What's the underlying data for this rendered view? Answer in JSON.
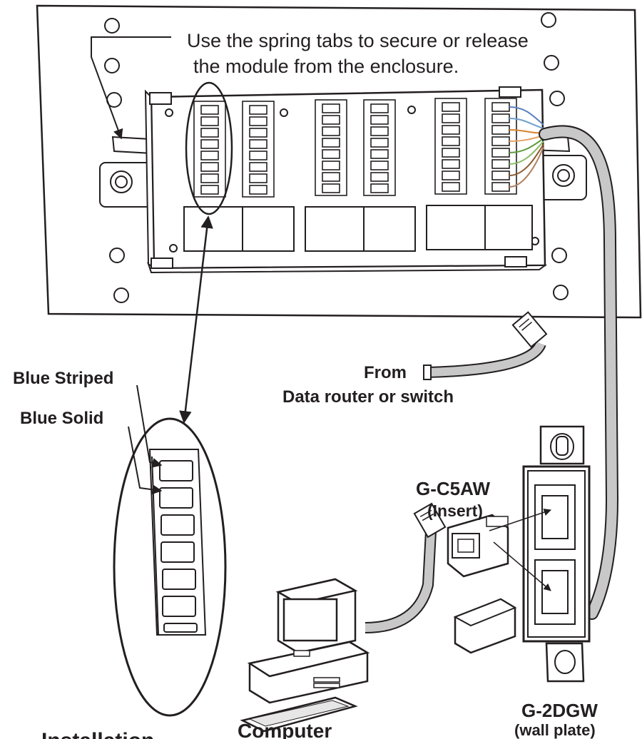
{
  "callouts": {
    "spring_tabs_line1": "Use the spring tabs to secure or release",
    "spring_tabs_line2": "the module from the enclosure.",
    "blue_striped": "Blue Striped",
    "blue_solid": "Blue Solid",
    "from_line1": "From",
    "from_line2": "Data router or switch",
    "insert_model": "G-C5AW",
    "insert_desc": "(Insert)",
    "wallplate_model": "G-2DGW",
    "wallplate_desc": "(wall plate)",
    "computer": "Computer",
    "bottom_partial": "Installation"
  },
  "colors": {
    "line": "#231f20",
    "cable": "#c8c8c8",
    "panel": "#ffffff"
  }
}
